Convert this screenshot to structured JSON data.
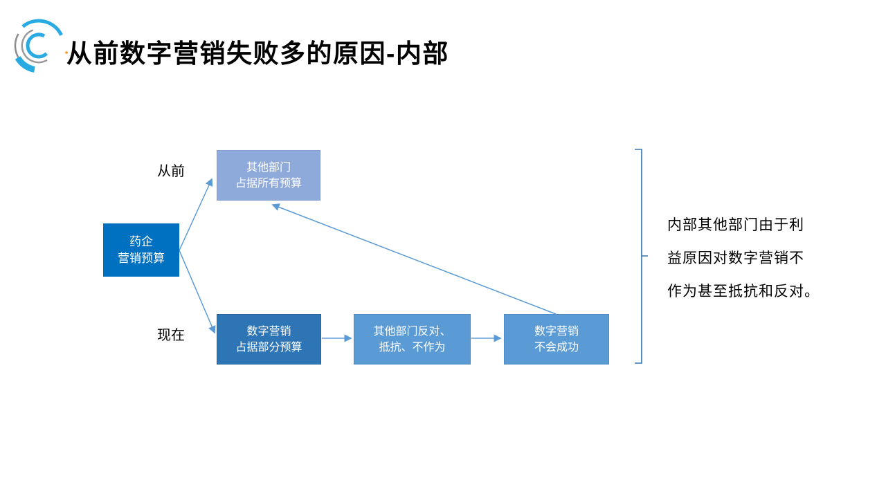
{
  "slide": {
    "title": "从前数字营销失败多的原因-内部",
    "logo_icon": "circular-arcs-logo"
  },
  "timeline": {
    "past_label": "从前",
    "present_label": "现在"
  },
  "diagram": {
    "boxes": {
      "pharma_budget": "药企\n营销预算",
      "other_departments_all_budget": "其他部门\n占据所有预算",
      "digital_partial_budget": "数字营销\n占据部分预算",
      "departments_oppose": "其他部门反对、\n抵抗、不作为",
      "digital_not_succeed": "数字营销\n不会成功"
    },
    "annotation": "内部其他部门由于利\n益原因对数字营销不\n作为甚至抵抗和反对。"
  },
  "colors": {
    "box_other_departments_all_budget": "#8EAADB",
    "box_pharma_budget": "#0070C0",
    "box_digital_partial_budget": "#2E75B6",
    "box_departments_oppose": "#5B9BD5",
    "box_digital_not_succeed": "#5B9BD5",
    "box_text": "#FFFFFF",
    "arrow": "#5B9BD5",
    "bracket": "#2E75B6",
    "title_text": "#000000",
    "logo_blue": "#29ABE2",
    "logo_gray": "#8C8C8C",
    "logo_dot_orange": "#F7931E"
  }
}
